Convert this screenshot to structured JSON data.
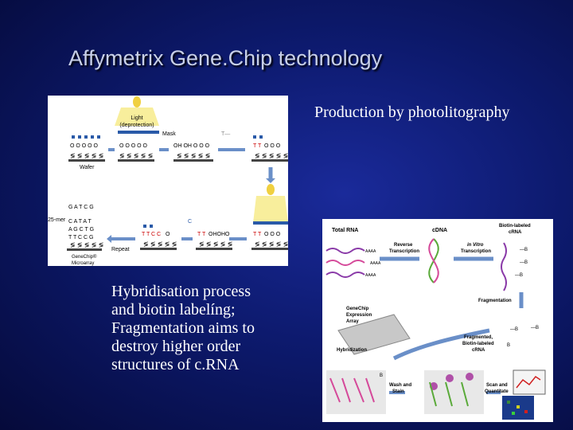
{
  "slide": {
    "title": "Affymetrix Gene.Chip technology",
    "subtitle": "Production by photolitography",
    "caption": [
      "Hybridisation process",
      "and biotin labelíng;",
      "Fragmentation aims to",
      "destroy higher order",
      "structures  of c.RNA"
    ]
  },
  "photolithography_diagram": {
    "light_label": "Light",
    "deprotection_label": "(deprotection)",
    "mask_label": "Mask",
    "wafer_label": "Wafer",
    "repeat_label": "Repeat",
    "mer_label": "25-mer",
    "microarray_label": "GeneChip®",
    "microarray_label2": "Microarray",
    "t_label": "T—",
    "c_label": "C",
    "seq_rows": [
      "G A T C G",
      "C A T A T",
      "A G C T G",
      "T T C C G"
    ],
    "oh_label": "OH OH",
    "ttc_label": "T T C C O",
    "tto_label": "T T O O O",
    "tt_label": "T T O O O"
  },
  "hybridization_diagram": {
    "total_rna": "Total RNA",
    "cdna": "cDNA",
    "biotin_crna": "Biotin-labeled\ncRNA",
    "reverse_transcription": "Reverse\nTranscription",
    "in_vitro": "in Vitro\nTranscription",
    "aaaa": "AAAA",
    "fragmentation": "Fragmentation",
    "genechip_array": "GeneChip\nExpression\nArray",
    "hybridization": "Hybridization",
    "fragmented_crna": "Fragmented,\nBiotin-labeled\ncRNA",
    "wash_stain": "Wash and\nStain",
    "scan_quantitate": "Scan and\nQuantitate",
    "b": "B"
  },
  "colors": {
    "background": "#0d1a6e",
    "title": "#c8d0e8",
    "text": "#ffffff",
    "arrow_blue": "#6a8fc8",
    "light_yellow": "#f5e27a",
    "green": "#5aaa3a",
    "pink": "#d54a9a",
    "purple": "#8a3aa8"
  }
}
